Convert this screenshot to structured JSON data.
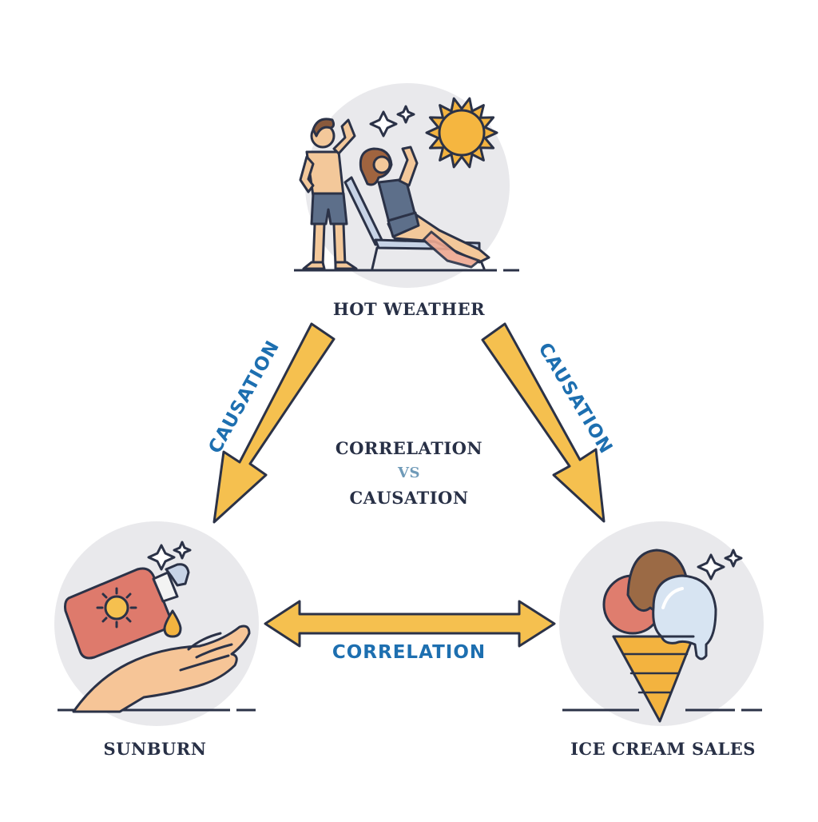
{
  "nodes": {
    "top": {
      "label": "HOT WEATHER"
    },
    "left": {
      "label": "SUNBURN"
    },
    "right": {
      "label": "ICE CREAM SALES"
    }
  },
  "center": {
    "line1": "CORRELATION",
    "vs": "VS",
    "line2": "CAUSATION"
  },
  "edges": {
    "left_arrow": {
      "label": "CAUSATION",
      "from": "HOT WEATHER",
      "to": "SUNBURN"
    },
    "right_arrow": {
      "label": "CAUSATION",
      "from": "HOT WEATHER",
      "to": "ICE CREAM SALES"
    },
    "bottom_arrow": {
      "label": "CORRELATION",
      "between": [
        "SUNBURN",
        "ICE CREAM SALES"
      ]
    }
  },
  "colors": {
    "arrow_fill": "#f5c04f",
    "arrow_stroke": "#2b3247",
    "label_blue": "#1d6fb0",
    "text_dark": "#283046",
    "vs_blue": "#6f9ab8",
    "circle_bg": "#e9e9ec"
  },
  "icons": [
    "beach-couple-icon",
    "sun-icon",
    "sunscreen-hand-icon",
    "ice-cream-cone-icon",
    "sparkle-icon"
  ]
}
